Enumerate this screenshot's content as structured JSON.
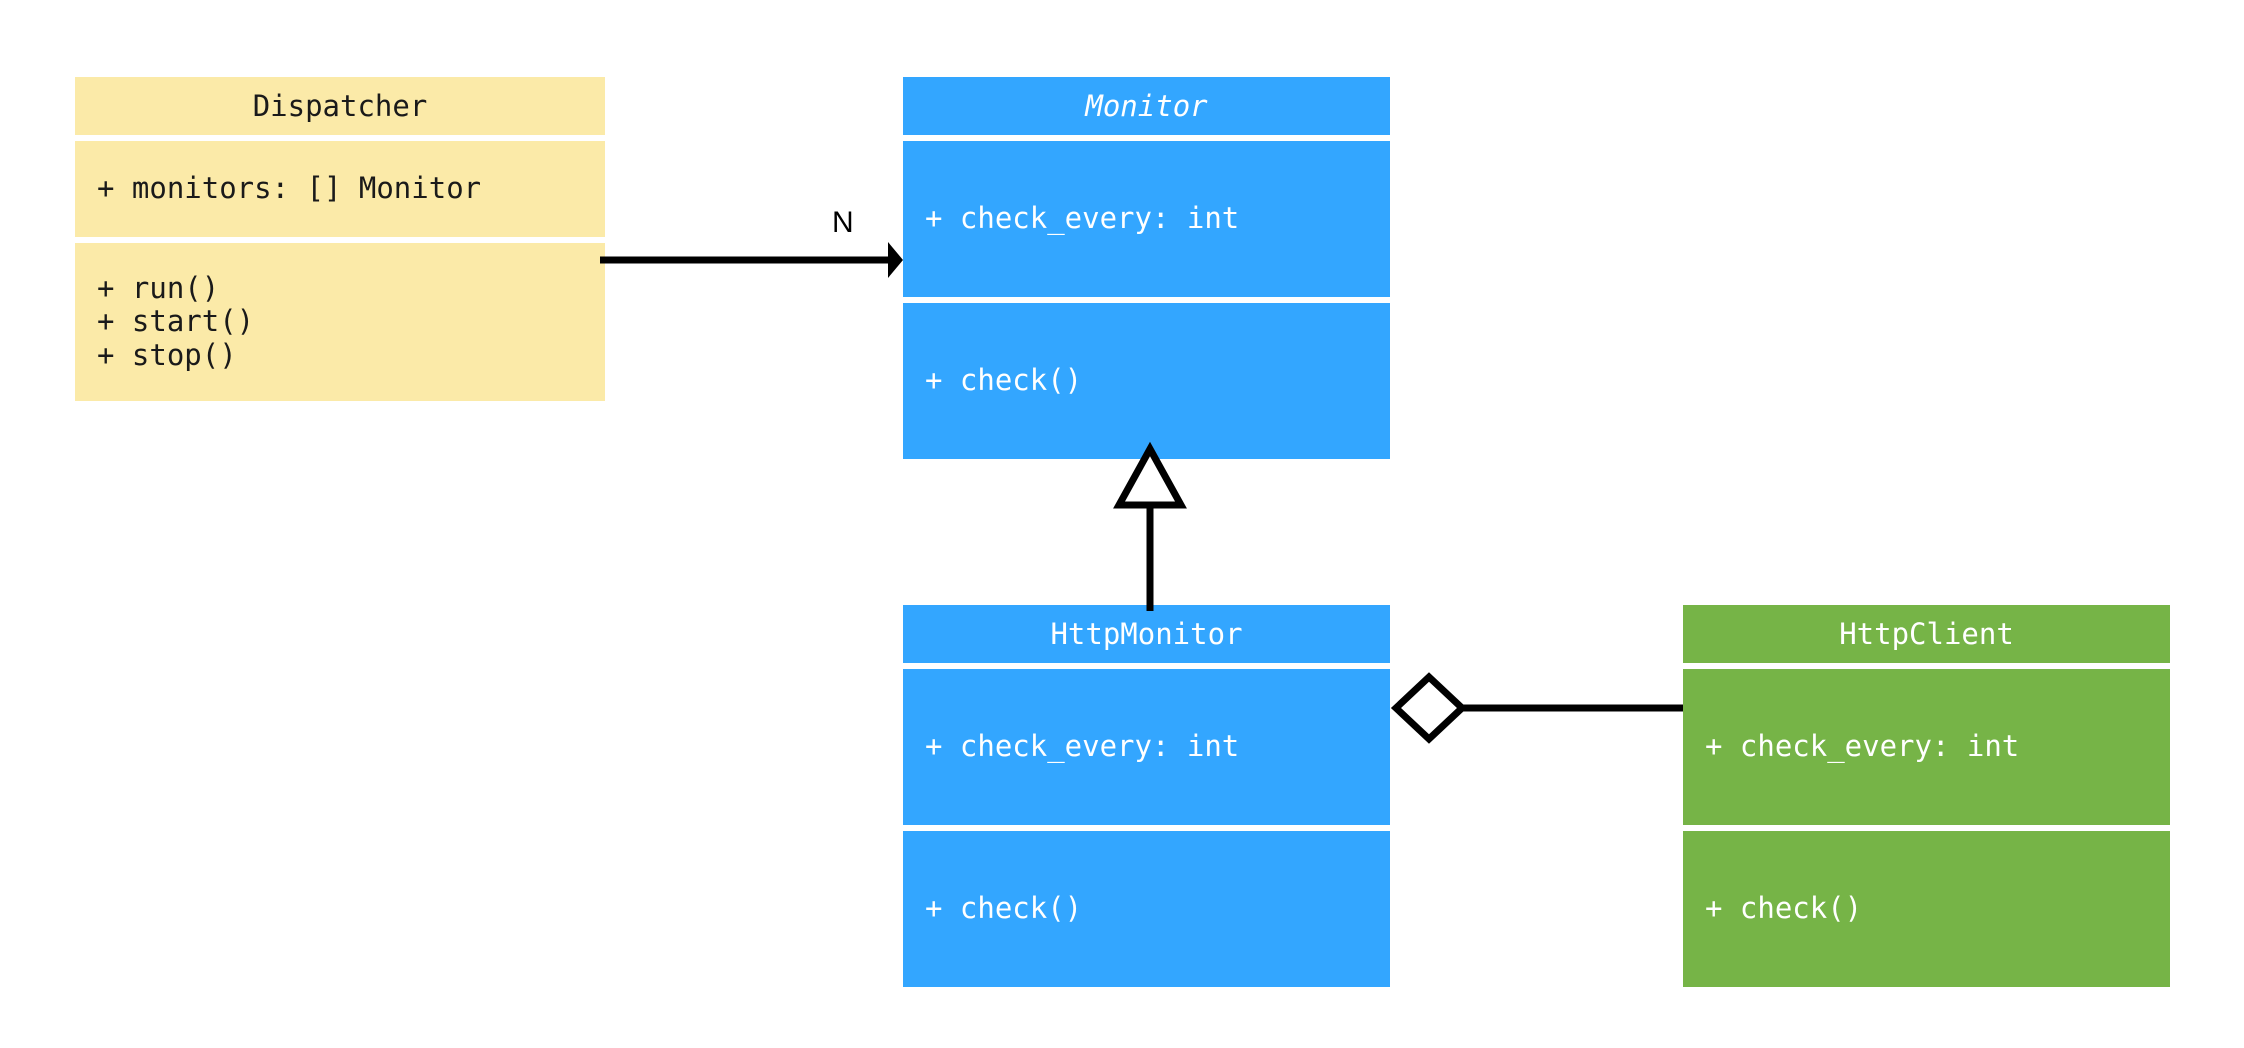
{
  "diagram": {
    "type": "uml-class-diagram",
    "background": "#ffffff",
    "classes": [
      {
        "id": "dispatcher",
        "name": "Dispatcher",
        "abstract": false,
        "color": "#fbeaa8",
        "text_color": "#1a1a1a",
        "attributes": [
          "+ monitors: [] Monitor"
        ],
        "methods": [
          "+ run()",
          "+ start()",
          "+ stop()"
        ]
      },
      {
        "id": "monitor",
        "name": "Monitor",
        "abstract": true,
        "color": "#33a6ff",
        "text_color": "#ffffff",
        "attributes": [
          "+ check_every: int"
        ],
        "methods": [
          "+ check()"
        ]
      },
      {
        "id": "httpmonitor",
        "name": "HttpMonitor",
        "abstract": false,
        "color": "#33a6ff",
        "text_color": "#ffffff",
        "attributes": [
          "+ check_every: int"
        ],
        "methods": [
          "+ check()"
        ]
      },
      {
        "id": "httpclient",
        "name": "HttpClient",
        "abstract": false,
        "color": "#76b447",
        "text_color": "#ffffff",
        "attributes": [
          "+ check_every: int"
        ],
        "methods": [
          "+ check()"
        ]
      }
    ],
    "relationships": [
      {
        "id": "dispatcher-to-monitor",
        "kind": "association",
        "from": "Dispatcher",
        "to": "Monitor",
        "arrow": "filled-triangle",
        "label": "N",
        "line_color": "#000000"
      },
      {
        "id": "httpmonitor-to-monitor",
        "kind": "generalization",
        "from": "HttpMonitor",
        "to": "Monitor",
        "arrow": "hollow-triangle",
        "label": "",
        "line_color": "#000000"
      },
      {
        "id": "httpmonitor-to-httpclient",
        "kind": "aggregation",
        "from": "HttpMonitor",
        "to": "HttpClient",
        "arrow": "hollow-diamond",
        "label": "",
        "line_color": "#000000"
      }
    ]
  }
}
